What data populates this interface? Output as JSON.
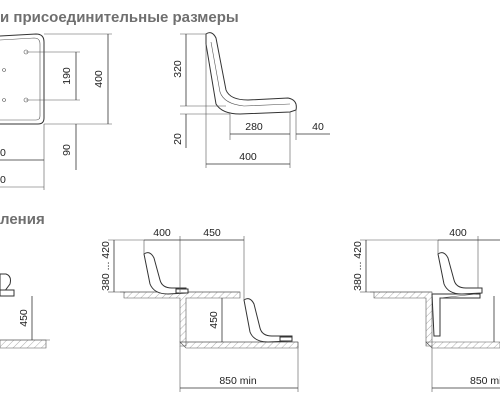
{
  "headings": {
    "dimensions": "и присоединительные размеры",
    "mounting": "ления"
  },
  "front_view": {
    "dims": {
      "d190": "190",
      "d400": "400",
      "d90": "90",
      "d0a": "0",
      "d0b": "0"
    }
  },
  "side_view": {
    "dims": {
      "d320": "320",
      "d20": "20",
      "d280": "280",
      "d40": "40",
      "d400": "400"
    }
  },
  "mount_left": {
    "dims": {
      "d450": "450"
    }
  },
  "mount_middle": {
    "dims": {
      "d400": "400",
      "d450_top": "450",
      "d380_420": "380 ... 420",
      "d450_side": "450",
      "d850": "850 min"
    }
  },
  "mount_right": {
    "dims": {
      "d400": "400",
      "d380_420": "380 ... 420",
      "d850": "850 mi"
    }
  },
  "colors": {
    "heading": "#6f6f6f",
    "line": "#333333",
    "text": "#222222"
  }
}
